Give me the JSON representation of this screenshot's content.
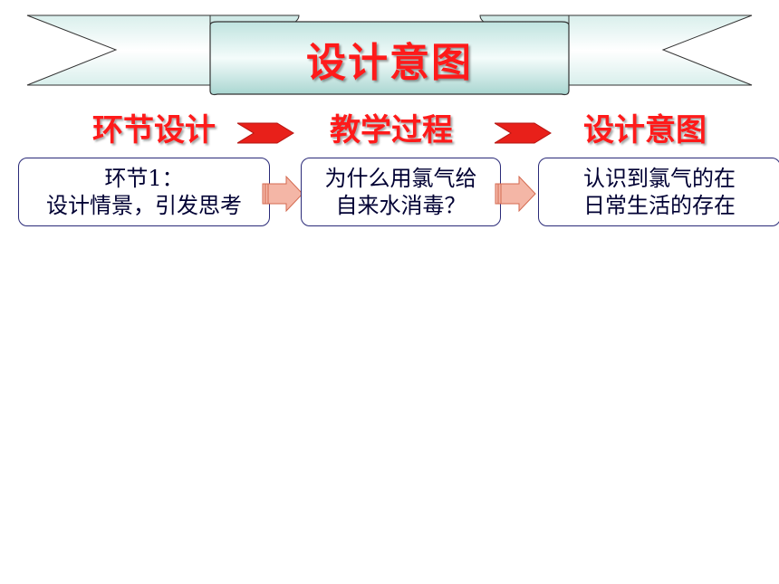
{
  "banner": {
    "title": "设计意图"
  },
  "headings": [
    {
      "label": "环节设计"
    },
    {
      "label": "教学过程"
    },
    {
      "label": "设计意图"
    }
  ],
  "boxes": [
    {
      "lines": [
        "环节1：",
        "设计情景，引发思考"
      ]
    },
    {
      "lines": [
        "为什么用氯气给",
        "自来水消毒？"
      ]
    },
    {
      "lines": [
        "认识到氯气的在",
        "日常生活的存在"
      ]
    }
  ],
  "colors": {
    "heading_red": "#ff1a1a",
    "box_border": "#2a2a78",
    "banner_fill_light": "#f2fbfa",
    "banner_fill_dark": "#a9d6d1",
    "chevron_red": "#e8201a",
    "arrow_fill": "#f4b6a6"
  }
}
